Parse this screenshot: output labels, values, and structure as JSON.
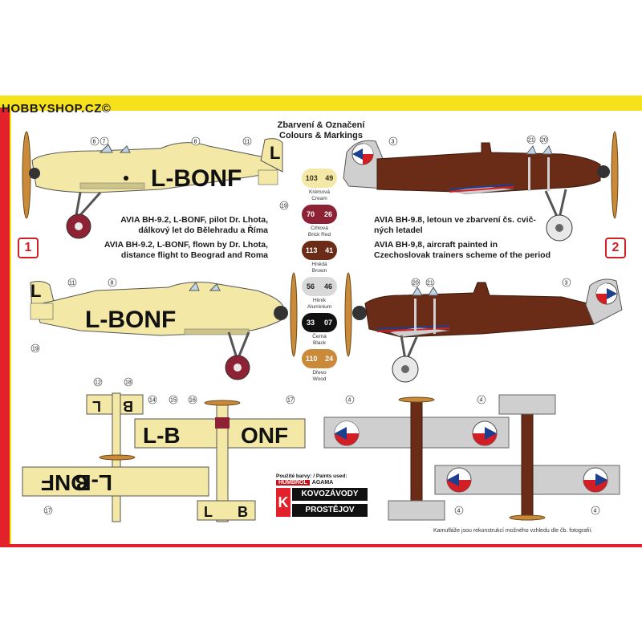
{
  "watermark": "HOBBYSHOP.CZ©",
  "title": {
    "line1": "Zbarvení & Označení",
    "line2": "Colours & Markings"
  },
  "aircraft1": {
    "number": "1",
    "cz_line1": "AVIA BH-9.2, L-BONF, pilot Dr. Lhota,",
    "cz_line2": "dálkový let do Bělehradu a Říma",
    "en_line1": "AVIA BH-9.2, L-BONF, flown by Dr. Lhota,",
    "en_line2": "distance flight to Beograd and Roma",
    "registration": "L-BONF",
    "fin_letter": "L",
    "wing_left": "L-B",
    "wing_right": "ONF",
    "wing_bottom_left": "ONF",
    "wing_bottom_right": "L-B",
    "tail_top": [
      "L",
      "B"
    ],
    "tail_bottom": [
      "L",
      "B"
    ]
  },
  "aircraft2": {
    "number": "2",
    "cz_line1": "AVIA BH-9.8, letoun ve zbarvení čs. cvič-",
    "cz_line2": "ných letadel",
    "en_line1": "AVIA BH-9,8, aircraft painted in",
    "en_line2": "Czechoslovak trainers scheme of the period"
  },
  "colours": [
    {
      "humbrol": "103",
      "agama": "49",
      "cz": "Krémová",
      "en": "Cream",
      "color": "#f3e8a6",
      "text": "#3a3020"
    },
    {
      "humbrol": "70",
      "agama": "26",
      "cz": "Cihlová",
      "en": "Brick Red",
      "color": "#8e2235",
      "text": "#ffffff"
    },
    {
      "humbrol": "113",
      "agama": "41",
      "cz": "Hnědá",
      "en": "Brown",
      "color": "#6b2c17",
      "text": "#ffffff"
    },
    {
      "humbrol": "56",
      "agama": "46",
      "cz": "Hliník",
      "en": "Aluminium",
      "color": "#d9d9d9",
      "text": "#222222"
    },
    {
      "humbrol": "33",
      "agama": "07",
      "cz": "Černá",
      "en": "Black",
      "color": "#111111",
      "text": "#ffffff"
    },
    {
      "humbrol": "110",
      "agama": "24",
      "cz": "Dřevo",
      "en": "Wood",
      "color": "#c98a3a",
      "text": "#ffffff"
    }
  ],
  "paints_used": {
    "label": "Použité barvy: / Paints used:",
    "brand1": "HUMBROL",
    "brand2": "AGAMA"
  },
  "logo": {
    "line1": "KOVOZÁVODY",
    "line2": "PROSTĚJOV",
    "letter": "K"
  },
  "note": "Kamufláže jsou rekonstrukcí možného vzhledu dle čb. fotografií.",
  "callouts": {
    "c3": "3",
    "c4": "4",
    "c6": "6",
    "c7": "7",
    "c8": "8",
    "c11": "11",
    "c12": "12",
    "c14": "14",
    "c15": "15",
    "c16": "16",
    "c17": "17",
    "c18": "18",
    "c19": "19",
    "c20": "20",
    "c21": "21"
  },
  "colors": {
    "cream": "#f3e8a6",
    "brown": "#6b2c17",
    "silver": "#cfcfcf",
    "frame_yellow": "#f7e11c",
    "frame_red": "#e2212a"
  }
}
